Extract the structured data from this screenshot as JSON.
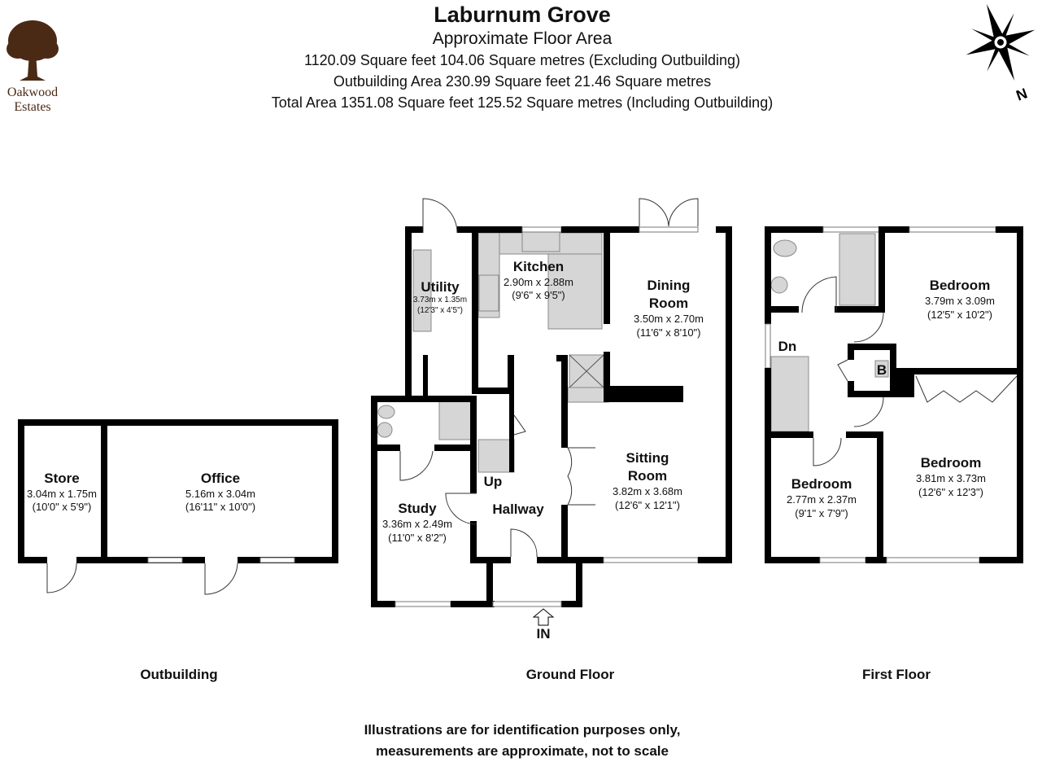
{
  "header": {
    "title": "Laburnum Grove",
    "subtitle": "Approximate Floor Area",
    "line1": "1120.09 Square feet 104.06 Square metres (Excluding Outbuilding)",
    "line2": "Outbuilding Area 230.99 Square feet 21.46 Square metres",
    "line3": "Total Area 1351.08 Square feet 125.52 Square metres (Including Outbuilding)"
  },
  "logo": {
    "line1": "Oakwood",
    "line2": "Estates",
    "color": "#4a2a14"
  },
  "compass": {
    "label": "N"
  },
  "outbuilding": {
    "label": "Outbuilding",
    "rooms": [
      {
        "name": "Store",
        "metric": "3.04m x 1.75m",
        "imperial": "(10'0\" x 5'9\")"
      },
      {
        "name": "Office",
        "metric": "5.16m x 3.04m",
        "imperial": "(16'11\" x 10'0\")"
      }
    ]
  },
  "ground_floor": {
    "label": "Ground Floor",
    "rooms": [
      {
        "name": "Kitchen",
        "metric": "2.90m x 2.88m",
        "imperial": "(9'6\" x 9'5\")"
      },
      {
        "name": "Utility",
        "metric": "3.73m x 1.35m",
        "imperial": "(12'3\" x 4'5\")"
      },
      {
        "name_1": "Dining",
        "name_2": "Room",
        "metric": "3.50m x 2.70m",
        "imperial": "(11'6\" x 8'10\")"
      },
      {
        "name_1": "Sitting",
        "name_2": "Room",
        "metric": "3.82m x 3.68m",
        "imperial": "(12'6\" x 12'1\")"
      },
      {
        "name": "Study",
        "metric": "3.36m x 2.49m",
        "imperial": "(11'0\" x 8'2\")"
      },
      {
        "name": "Hallway"
      }
    ],
    "stairs_label": "Up",
    "entrance_label": "IN"
  },
  "first_floor": {
    "label": "First Floor",
    "rooms": [
      {
        "name": "Bedroom",
        "metric": "3.79m x 3.09m",
        "imperial": "(12'5\" x 10'2\")"
      },
      {
        "name": "Bedroom",
        "metric": "3.81m x 3.73m",
        "imperial": "(12'6\" x 12'3\")"
      },
      {
        "name": "Bedroom",
        "metric": "2.77m x 2.37m",
        "imperial": "(9'1\" x 7'9\")"
      }
    ],
    "stairs_label": "Dn",
    "boiler_label": "B"
  },
  "disclaimer": {
    "line1": "Illustrations are for identification purposes only,",
    "line2": "measurements are approximate, not to scale"
  }
}
